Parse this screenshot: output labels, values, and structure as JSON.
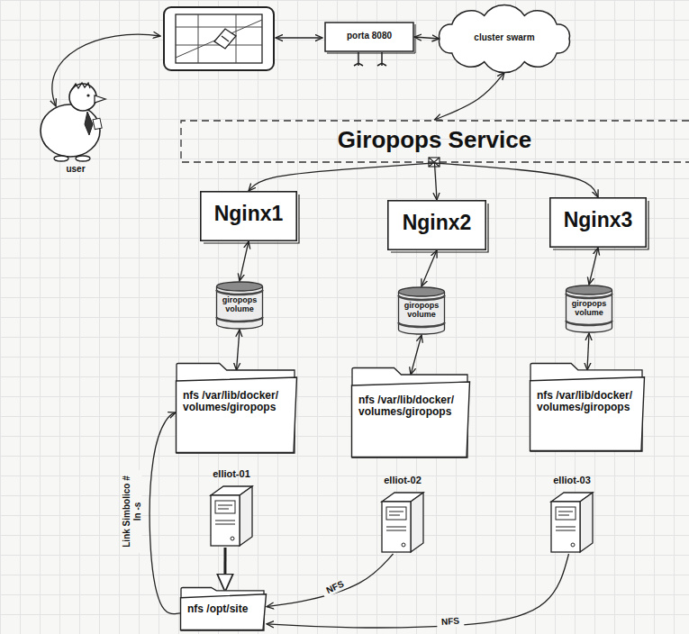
{
  "diagram": {
    "nodes": [
      {
        "text": [
          "porta 8080"
        ]
      },
      {
        "text": [
          "cluster swarm"
        ]
      },
      {
        "text": [
          "Giropops Service"
        ]
      },
      {
        "text": [
          "Nginx1"
        ]
      },
      {
        "text": [
          "Nginx2"
        ]
      },
      {
        "text": [
          "Nginx3"
        ]
      },
      {
        "text": [
          "giropops volume"
        ]
      },
      {
        "text": [
          "giropops volume"
        ]
      },
      {
        "text": [
          "giropops volume"
        ]
      },
      {
        "text": [
          "nfs /var/lib/docker/ volumes/giropops"
        ]
      },
      {
        "text": [
          "nfs /var/lib/docker/ volumes/giropops"
        ]
      },
      {
        "text": [
          "nfs /var/lib/docker/ volumes/giropops"
        ]
      },
      {
        "text": [
          "elliot-01"
        ]
      },
      {
        "text": [
          "elliot-02"
        ]
      },
      {
        "text": [
          "elliot-03"
        ]
      },
      {
        "text": [
          "nfs /opt/site"
        ]
      }
    ],
    "edges": [
      {
        "from": 0,
        "to": 1,
        "arrow": "both"
      },
      {
        "from": 1,
        "to": 2,
        "arrow": "both"
      },
      {
        "from": 2,
        "to": 3,
        "arrow": "to"
      },
      {
        "from": 2,
        "to": 4,
        "arrow": "to"
      },
      {
        "from": 2,
        "to": 5,
        "arrow": "to"
      },
      {
        "from": 3,
        "to": 6,
        "arrow": "both"
      },
      {
        "from": 4,
        "to": 7,
        "arrow": "both"
      },
      {
        "from": 5,
        "to": 8,
        "arrow": "both"
      },
      {
        "from": 6,
        "to": 9,
        "arrow": "both"
      },
      {
        "from": 7,
        "to": 10,
        "arrow": "both"
      },
      {
        "from": 8,
        "to": 11,
        "arrow": "both"
      },
      {
        "from": 12,
        "to": 15,
        "arrow": "to"
      },
      {
        "from": 15,
        "to": 9,
        "arrow": "to",
        "label": "Link Simbolico # ln -s"
      },
      {
        "from": 13,
        "to": 15,
        "arrow": "to",
        "label": "NFS"
      },
      {
        "from": 14,
        "to": 15,
        "arrow": "to",
        "label": "NFS"
      }
    ],
    "labels": [
      "user"
    ]
  }
}
